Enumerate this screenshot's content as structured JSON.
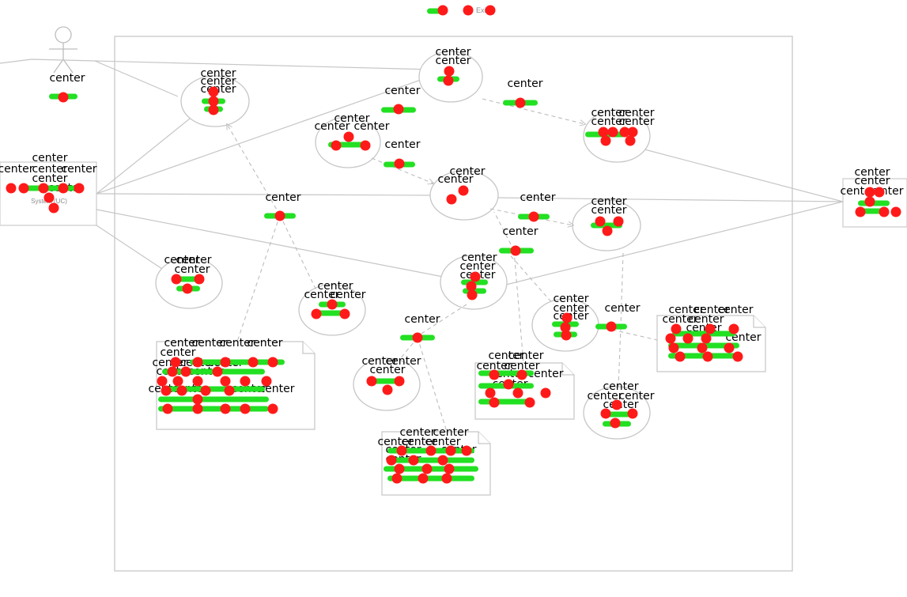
{
  "marker_text": "center",
  "legend_text": "Exit",
  "actor_left_label": "System (UC)",
  "actor_right_label": "center",
  "colors": {
    "stroke": "#c8c8c8",
    "marker": "#ff1a1a",
    "pill": "#22e022",
    "text": "#000000"
  }
}
